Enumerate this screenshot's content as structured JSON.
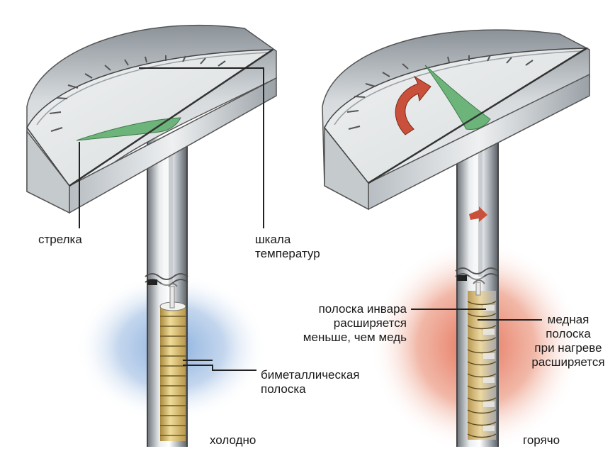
{
  "diagram": {
    "cold_panel": {
      "caption": "холодно",
      "needle_label": "стрелка",
      "scale_label": [
        "шкала",
        "температур"
      ],
      "strip_label": [
        "биметаллическая",
        "полоска"
      ]
    },
    "hot_panel": {
      "caption": "горячо",
      "invar_label": [
        "полоска инвара",
        "расширяется",
        "меньше, чем медь"
      ],
      "copper_label": [
        "медная",
        "полоска",
        "при нагреве",
        "расширяется"
      ]
    },
    "colors": {
      "cold_glow": "#8fb3de",
      "hot_glow": "#e8826a",
      "needle": "#6cb47a",
      "arrow": "#c9503a",
      "copper": "#d8b86a",
      "invar": "#e8e8e4",
      "metal_dark": "#8d9399",
      "metal_light": "#eef1f3"
    }
  }
}
